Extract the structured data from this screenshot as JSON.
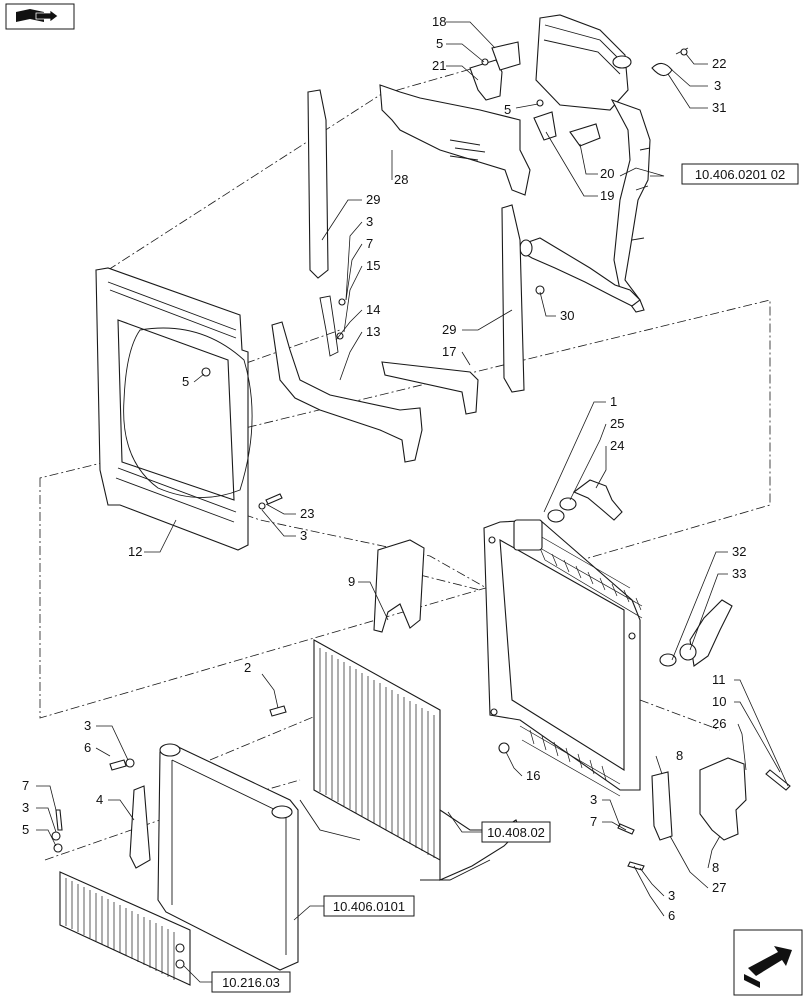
{
  "callouts": [
    {
      "label": "18"
    },
    {
      "label": "5"
    },
    {
      "label": "21"
    },
    {
      "label": "5"
    },
    {
      "label": "22"
    },
    {
      "label": "3"
    },
    {
      "label": "31"
    },
    {
      "label": "20"
    },
    {
      "label": "19"
    },
    {
      "label": "28"
    },
    {
      "label": "29"
    },
    {
      "label": "3"
    },
    {
      "label": "7"
    },
    {
      "label": "15"
    },
    {
      "label": "14"
    },
    {
      "label": "13"
    },
    {
      "label": "30"
    },
    {
      "label": "29"
    },
    {
      "label": "17"
    },
    {
      "label": "5"
    },
    {
      "label": "1"
    },
    {
      "label": "25"
    },
    {
      "label": "24"
    },
    {
      "label": "23"
    },
    {
      "label": "3"
    },
    {
      "label": "12"
    },
    {
      "label": "9"
    },
    {
      "label": "32"
    },
    {
      "label": "33"
    },
    {
      "label": "2"
    },
    {
      "label": "11"
    },
    {
      "label": "10"
    },
    {
      "label": "26"
    },
    {
      "label": "3"
    },
    {
      "label": "6"
    },
    {
      "label": "4"
    },
    {
      "label": "7"
    },
    {
      "label": "3"
    },
    {
      "label": "5"
    },
    {
      "label": "16"
    },
    {
      "label": "8"
    },
    {
      "label": "3"
    },
    {
      "label": "7"
    },
    {
      "label": "8"
    },
    {
      "label": "27"
    },
    {
      "label": "3"
    },
    {
      "label": "6"
    }
  ],
  "references": [
    {
      "label": "10.406.0201 02"
    },
    {
      "label": "10.408.02"
    },
    {
      "label": "10.406.0101"
    },
    {
      "label": "10.216.03"
    }
  ],
  "nav": {
    "top_icon": "book-arrow-icon",
    "bottom_icon": "next-arrow-icon"
  }
}
